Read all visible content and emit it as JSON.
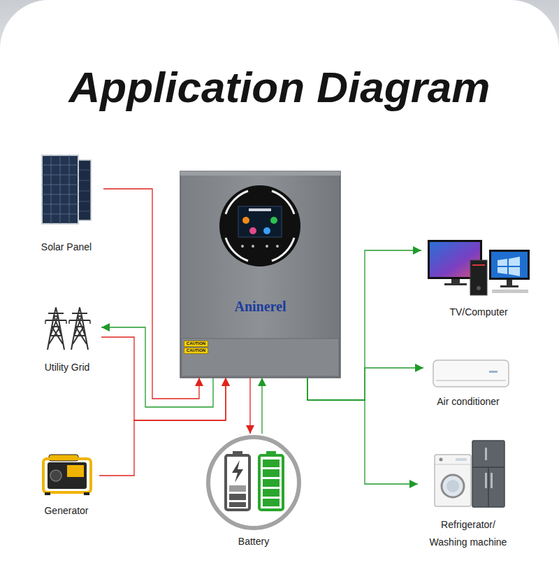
{
  "diagram": {
    "title": "Application Diagram",
    "nodes": [
      {
        "text": [
          "Solar Panel"
        ]
      },
      {
        "text": [
          "Aninerel"
        ]
      },
      {
        "text": [
          "TV/Computer"
        ]
      },
      {
        "text": [
          "Utility Grid"
        ]
      },
      {
        "text": [
          "Air conditioner"
        ]
      },
      {
        "text": [
          "Generator"
        ]
      },
      {
        "text": [
          "Battery"
        ]
      },
      {
        "text": [
          "Refrigerator/ Washing machine"
        ]
      }
    ],
    "edges": [
      {
        "from": 0,
        "to": 1,
        "arrow": "to"
      },
      {
        "from": 1,
        "to": 3,
        "arrow": "to"
      },
      {
        "from": 3,
        "to": 1,
        "arrow": "to"
      },
      {
        "from": 5,
        "to": 1,
        "arrow": "to"
      },
      {
        "from": 1,
        "to": 6,
        "arrow": "to"
      },
      {
        "from": 6,
        "to": 1,
        "arrow": "to"
      },
      {
        "from": 1,
        "to": 2,
        "arrow": "to"
      },
      {
        "from": 1,
        "to": 4,
        "arrow": "to"
      },
      {
        "from": 1,
        "to": 7,
        "arrow": "to"
      }
    ],
    "labels": [
      "CAUTION",
      "CAUTION"
    ]
  }
}
